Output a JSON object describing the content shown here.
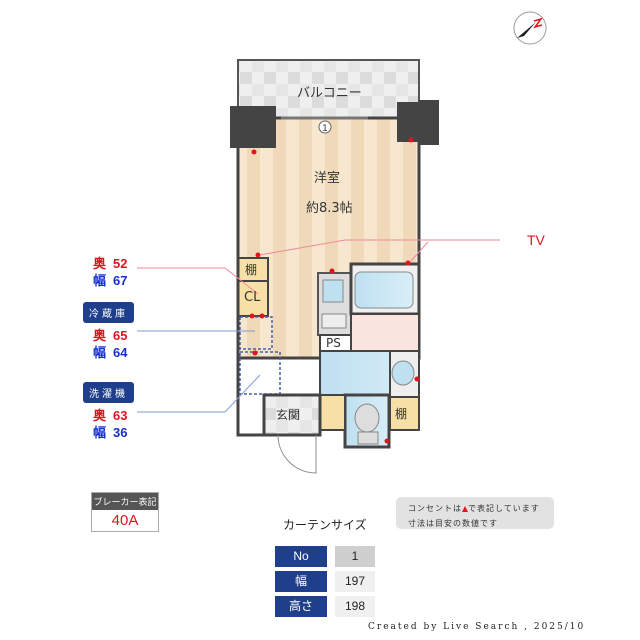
{
  "compass": {
    "label": "N"
  },
  "rooms": {
    "balcony": "バルコニー",
    "western_room": "洋室",
    "western_room_size": "約8.3帖",
    "shelf_1": "棚",
    "closet": "CL",
    "ps": "PS",
    "entrance": "玄関",
    "shelf_2": "棚",
    "window_no": "1"
  },
  "annotations": {
    "tv": "TV",
    "closet_dims": {
      "depth_label": "奥",
      "depth": "52",
      "width_label": "幅",
      "width": "67"
    },
    "fridge": {
      "title": "冷蔵庫",
      "depth_label": "奥",
      "depth": "65",
      "width_label": "幅",
      "width": "64"
    },
    "washer": {
      "title": "洗濯機",
      "depth_label": "奥",
      "depth": "63",
      "width_label": "幅",
      "width": "36"
    }
  },
  "breaker": {
    "header": "ブレーカー表記",
    "value": "40A"
  },
  "note": {
    "line1_a": "コンセントは",
    "line1_b": "で表記しています",
    "line2": "寸法は目安の数値です"
  },
  "curtain": {
    "title": "カーテンサイズ",
    "rows": [
      {
        "key": "No",
        "value": "1"
      },
      {
        "key": "幅",
        "value": "197"
      },
      {
        "key": "高さ",
        "value": "198"
      }
    ]
  },
  "credit": "Created by Live Search , 2025/10",
  "colors": {
    "accent_blue": "#1f3f8c",
    "outlet_red": "#e0141e",
    "floor": "#f5e3c8"
  }
}
